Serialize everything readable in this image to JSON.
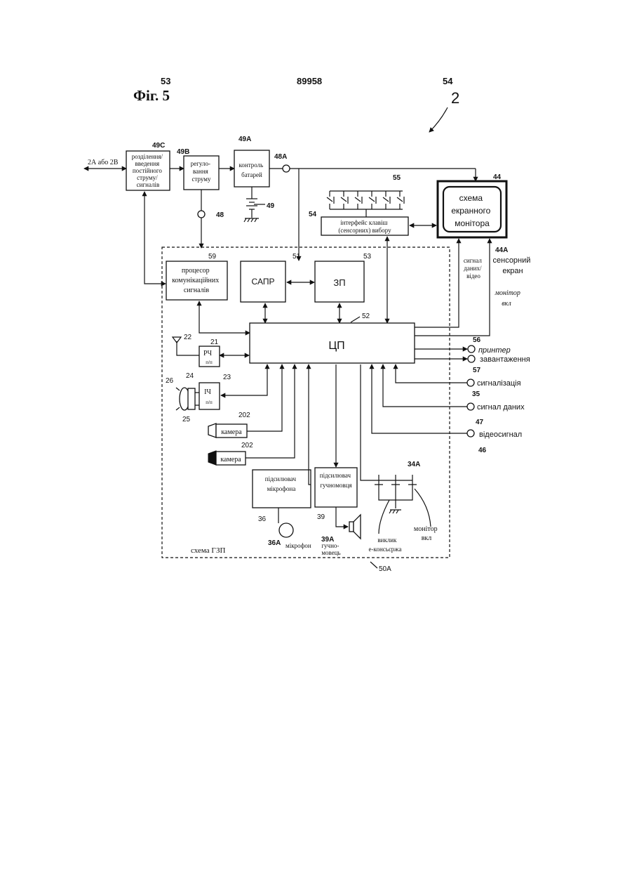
{
  "header": {
    "left_number": "53",
    "center_number": "89958",
    "right_number": "54"
  },
  "figure_label": "Фіг. 5",
  "ref_main": "2",
  "io": {
    "input": "2А або 2В"
  },
  "blocks": {
    "b49c": {
      "ref": "49С",
      "lines": [
        "розділення/",
        "введення",
        "постійного",
        "струму/",
        "сигналів"
      ]
    },
    "b49b": {
      "ref": "49В",
      "lines": [
        "регуло-",
        "вання",
        "струму"
      ]
    },
    "b49a": {
      "ref": "49А",
      "lines": [
        "контроль",
        "батарей"
      ]
    },
    "b44": {
      "ref": "44",
      "lines": [
        "схема",
        "екранного",
        "монітора"
      ]
    },
    "b54": {
      "ref": "54",
      "lines": [
        "інтерфейс клавіш",
        "(сенсорних) вибору"
      ]
    },
    "b59": {
      "ref": "59",
      "lines": [
        "процесор",
        "комунікаційних",
        "сигналів"
      ]
    },
    "b51": {
      "ref": "51",
      "label": "САПР"
    },
    "b53": {
      "ref": "53",
      "label": "ЗП"
    },
    "b52": {
      "ref": "52",
      "label": "ЦП"
    },
    "b21": {
      "ref": "21",
      "lines": [
        "РЧ",
        "п/п"
      ]
    },
    "b23": {
      "ref": "23",
      "lines": [
        "ІЧ",
        "п/п"
      ]
    },
    "b36": {
      "ref": "36",
      "lines": [
        "підсилювач",
        "мікрофона"
      ]
    },
    "b39": {
      "ref": "39",
      "lines": [
        "підсилювач",
        "гучномовця"
      ]
    }
  },
  "refs": {
    "r48a": "48А",
    "r48": "48",
    "r49": "49",
    "r55": "55",
    "r44a": "44А",
    "r22": "22",
    "r24": "24",
    "r26": "26",
    "r25": "25",
    "r202a": "202",
    "r202b": "202",
    "r56": "56",
    "r57": "57",
    "r35": "35",
    "r47": "47",
    "r46": "46",
    "r34a": "34А",
    "r36a": "36А",
    "r39a": "39А",
    "r50a": "50А"
  },
  "labels": {
    "touch_screen": [
      "сенсорний",
      "екран"
    ],
    "data_video_signal": [
      "сигнал",
      "даних/",
      "відео"
    ],
    "monitor_on_right": [
      "монітор",
      "вкл"
    ],
    "printer": "принтер",
    "loading": "завантаження",
    "signalling": "сигналізація",
    "data_signal": "сигнал даних",
    "video_signal": "відеосигнал",
    "camera1": "камера",
    "camera2": "камера",
    "microphone": "мікрофон",
    "speaker": [
      "гучно-",
      "мовець"
    ],
    "concierge_call": [
      "виклик",
      "е-консьєржа"
    ],
    "monitor_on_bottom": [
      "монітор",
      "вкл"
    ],
    "scheme": "схема ГЗП"
  }
}
